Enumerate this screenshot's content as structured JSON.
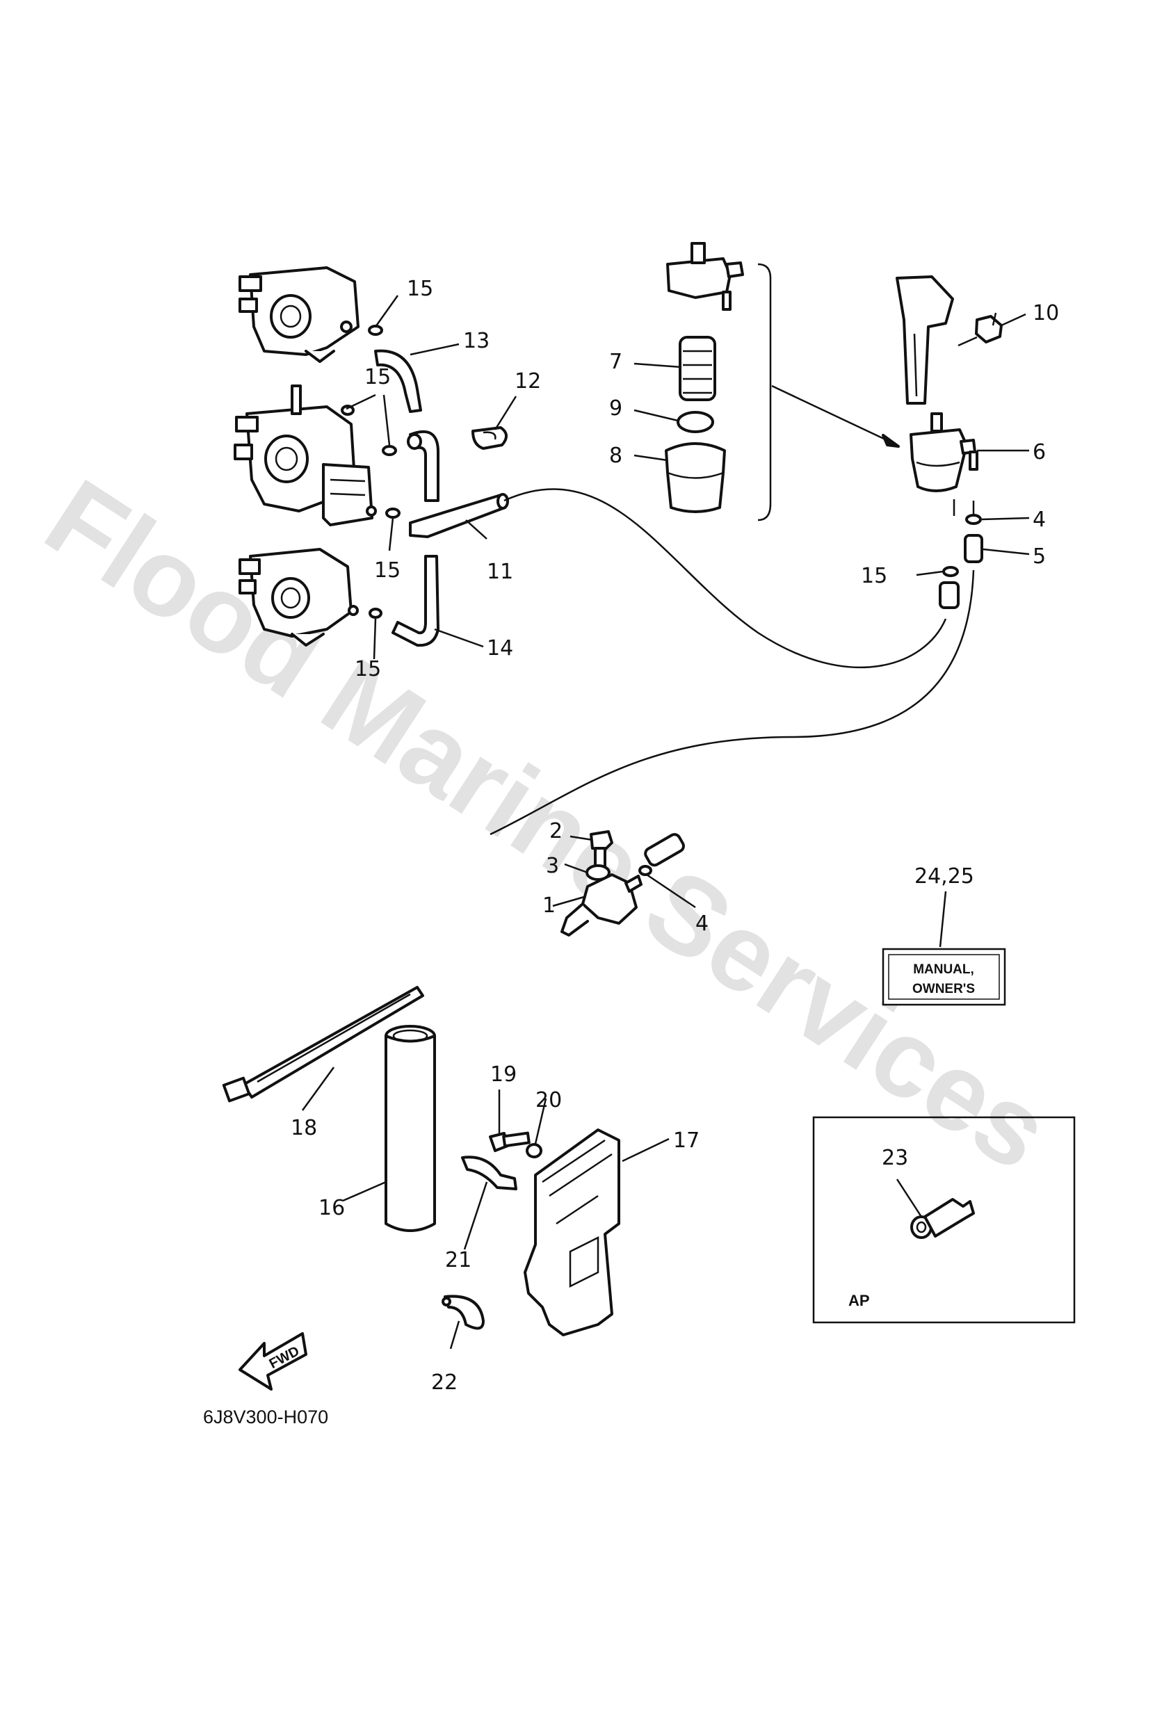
{
  "diagram": {
    "code": "6J8V300-H070",
    "watermark": "Flood Marine Services",
    "fwd_label": "FWD",
    "manual_label_line1": "MANUAL,",
    "manual_label_line2": "OWNER'S",
    "ap_label": "AP",
    "callouts": {
      "c1": "1",
      "c2": "2",
      "c3": "3",
      "c4a": "4",
      "c4b": "4",
      "c5": "5",
      "c6": "6",
      "c7": "7",
      "c8": "8",
      "c9": "9",
      "c10": "10",
      "c11": "11",
      "c12": "12",
      "c13": "13",
      "c14": "14",
      "c15a": "15",
      "c15b": "15",
      "c15c": "15",
      "c15d": "15",
      "c15e": "15",
      "c16": "16",
      "c17": "17",
      "c18": "18",
      "c19": "19",
      "c20": "20",
      "c21": "21",
      "c22": "22",
      "c23": "23",
      "c24_25": "24,25"
    }
  }
}
